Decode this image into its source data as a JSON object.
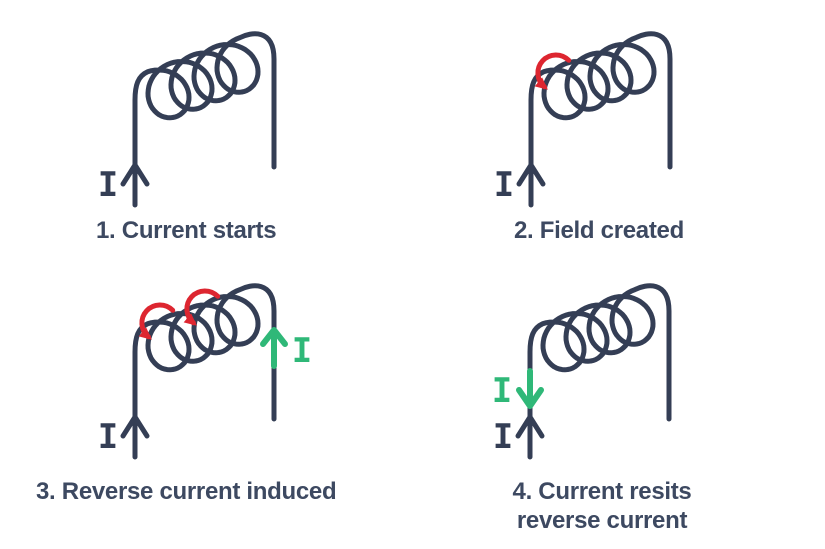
{
  "figure": {
    "type": "physics-diagram",
    "topic": "Inductor coil opposing change in current (four stages)",
    "colors": {
      "background": "#ffffff",
      "wire": "#343e55",
      "field_arrow": "#dd2630",
      "induced_arrow": "#2fb878",
      "caption_text": "#3d4961"
    },
    "panels": [
      {
        "caption": "1. Current starts",
        "source_current_label": "I",
        "source_current_direction": "up",
        "field_loop_arrows": 0
      },
      {
        "caption": "2. Field created",
        "source_current_label": "I",
        "source_current_direction": "up",
        "field_loop_arrows": 1
      },
      {
        "caption": "3. Reverse current induced",
        "source_current_label": "I",
        "source_current_direction": "up",
        "field_loop_arrows": 2,
        "induced_current_label": "I",
        "induced_current_direction": "up"
      },
      {
        "caption": "4. Current resits\nreverse current",
        "source_current_label": "I",
        "source_current_direction": "up",
        "field_loop_arrows": 0,
        "induced_current_label": "I",
        "induced_current_direction": "down"
      }
    ]
  }
}
